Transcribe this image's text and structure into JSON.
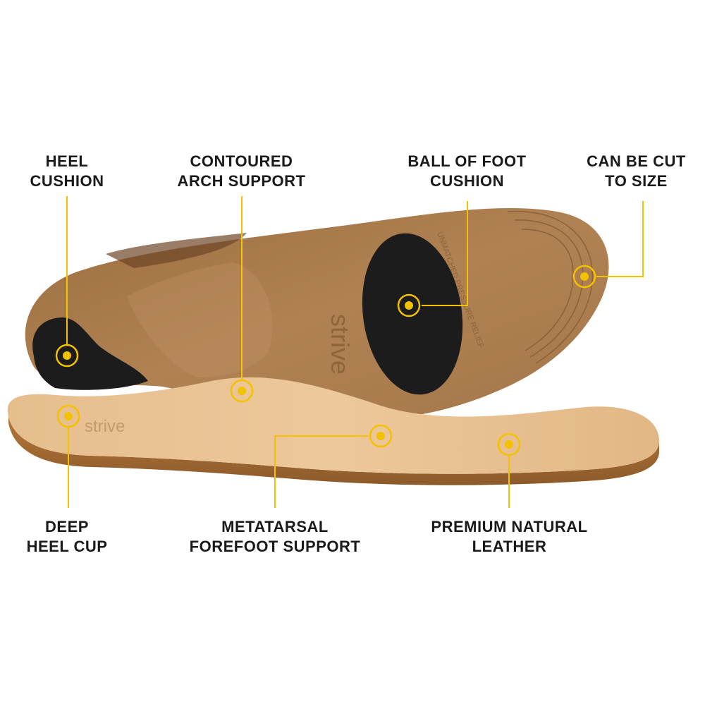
{
  "labels": {
    "heel_cushion": [
      "HEEL",
      "CUSHION"
    ],
    "arch_support": [
      "CONTOURED",
      "ARCH SUPPORT"
    ],
    "ball_of_foot": [
      "BALL OF FOOT",
      "CUSHION"
    ],
    "cut_to_size": [
      "CAN BE CUT",
      "TO SIZE"
    ],
    "deep_heel_cup": [
      "DEEP",
      "HEEL CUP"
    ],
    "metatarsal": [
      "METATARSAL",
      "FOREFOOT SUPPORT"
    ],
    "leather": [
      "PREMIUM NATURAL",
      "LEATHER"
    ]
  },
  "branding": {
    "bottom_logo": "strive",
    "top_logo": "strive",
    "bottom_text": "UNMATCHED PRESSURE RELIEF"
  },
  "colors": {
    "accent": "#F2C200",
    "sole": "#A97B4C",
    "leather": "#E3B98A",
    "pad": "#1C1C1C"
  }
}
